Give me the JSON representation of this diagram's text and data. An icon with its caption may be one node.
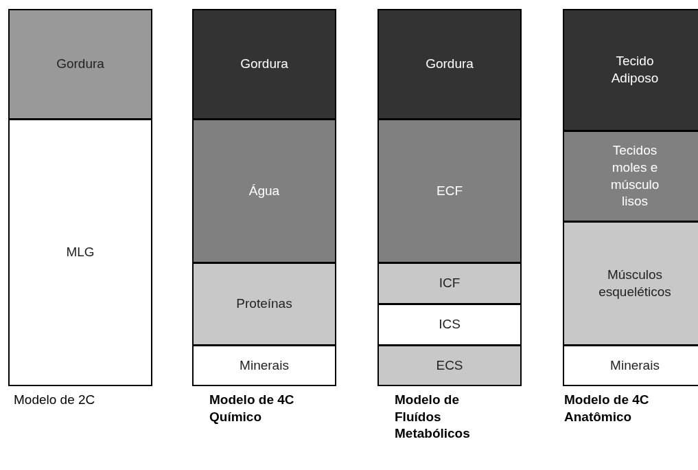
{
  "diagram": {
    "nodes": [
      {
        "text": [
          "Gordura"
        ]
      },
      {
        "text": [
          "MLG"
        ]
      },
      {
        "text": [
          "Gordura"
        ]
      },
      {
        "text": [
          "Água"
        ]
      },
      {
        "text": [
          "Proteínas"
        ]
      },
      {
        "text": [
          "Minerais"
        ]
      },
      {
        "text": [
          "Gordura"
        ]
      },
      {
        "text": [
          "ECF"
        ]
      },
      {
        "text": [
          "ICF"
        ]
      },
      {
        "text": [
          "ICS"
        ]
      },
      {
        "text": [
          "ECS"
        ]
      },
      {
        "text": [
          "Tecido Adiposo"
        ]
      },
      {
        "text": [
          "Tecidos moles e músculo lisos"
        ]
      },
      {
        "text": [
          "Músculos esqueléticos"
        ]
      },
      {
        "text": [
          "Minerais"
        ]
      }
    ],
    "labels": [
      "Modelo de 2C",
      "Modelo de 4C Químico",
      "Modelo de Fluídos Metabólicos",
      "Modelo de 4C Anatômico"
    ]
  }
}
